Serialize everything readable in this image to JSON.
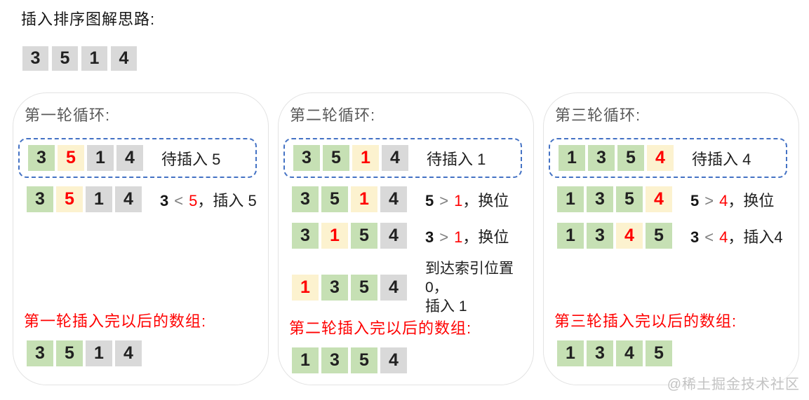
{
  "page_title": "插入排序图解思路:",
  "palette": {
    "cell_green": "#c6e0b4",
    "cell_yellow": "#fcf2cf",
    "cell_gray": "#d9d9d9",
    "highlight_red": "#ff0000",
    "dashed_border_blue": "#4472c4",
    "panel_title_gray": "#595959",
    "watermark_gray": "#c3c3c3"
  },
  "top_array": {
    "cells": [
      {
        "v": "3",
        "s": "d"
      },
      {
        "v": "5",
        "s": "d"
      },
      {
        "v": "1",
        "s": "d"
      },
      {
        "v": "4",
        "s": "d"
      }
    ]
  },
  "panels": [
    {
      "title": "第一轮循环:",
      "box": {
        "cells": [
          {
            "v": "3",
            "s": "g"
          },
          {
            "v": "5",
            "s": "y r"
          },
          {
            "v": "1",
            "s": "d"
          },
          {
            "v": "4",
            "s": "d"
          }
        ],
        "label": "待插入 5"
      },
      "steps": [
        {
          "cells": [
            {
              "v": "3",
              "s": "g"
            },
            {
              "v": "5",
              "s": "y r"
            },
            {
              "v": "1",
              "s": "d"
            },
            {
              "v": "4",
              "s": "d"
            }
          ],
          "ann": {
            "a": "3",
            "op": "<",
            "b": "5",
            "rest": "，插入 5"
          }
        }
      ],
      "result_label": "第一轮插入完以后的数组:",
      "result": {
        "cells": [
          {
            "v": "3",
            "s": "g"
          },
          {
            "v": "5",
            "s": "g"
          },
          {
            "v": "1",
            "s": "d"
          },
          {
            "v": "4",
            "s": "d"
          }
        ]
      }
    },
    {
      "title": "第二轮循环:",
      "box": {
        "cells": [
          {
            "v": "3",
            "s": "g"
          },
          {
            "v": "5",
            "s": "g"
          },
          {
            "v": "1",
            "s": "y r"
          },
          {
            "v": "4",
            "s": "d"
          }
        ],
        "label": "待插入 1"
      },
      "steps": [
        {
          "cells": [
            {
              "v": "3",
              "s": "g"
            },
            {
              "v": "5",
              "s": "g"
            },
            {
              "v": "1",
              "s": "y r"
            },
            {
              "v": "4",
              "s": "d"
            }
          ],
          "ann": {
            "a": "5",
            "op": ">",
            "b": "1",
            "rest": "，换位"
          }
        },
        {
          "cells": [
            {
              "v": "3",
              "s": "g"
            },
            {
              "v": "1",
              "s": "y r"
            },
            {
              "v": "5",
              "s": "g"
            },
            {
              "v": "4",
              "s": "d"
            }
          ],
          "ann": {
            "a": "3",
            "op": ">",
            "b": "1",
            "rest": "，换位"
          }
        },
        {
          "cells": [
            {
              "v": "1",
              "s": "y r"
            },
            {
              "v": "3",
              "s": "g"
            },
            {
              "v": "5",
              "s": "g"
            },
            {
              "v": "4",
              "s": "d"
            }
          ],
          "ann_lines": [
            "到达索引位置0，",
            "插入 1"
          ]
        }
      ],
      "result_label": "第二轮插入完以后的数组:",
      "result": {
        "cells": [
          {
            "v": "1",
            "s": "g"
          },
          {
            "v": "3",
            "s": "g"
          },
          {
            "v": "5",
            "s": "g"
          },
          {
            "v": "4",
            "s": "d"
          }
        ]
      }
    },
    {
      "title": "第三轮循环:",
      "box": {
        "cells": [
          {
            "v": "1",
            "s": "g"
          },
          {
            "v": "3",
            "s": "g"
          },
          {
            "v": "5",
            "s": "g"
          },
          {
            "v": "4",
            "s": "y r"
          }
        ],
        "label": "待插入 4"
      },
      "steps": [
        {
          "cells": [
            {
              "v": "1",
              "s": "g"
            },
            {
              "v": "3",
              "s": "g"
            },
            {
              "v": "5",
              "s": "g"
            },
            {
              "v": "4",
              "s": "y r"
            }
          ],
          "ann": {
            "a": "5",
            "op": ">",
            "b": "4",
            "rest": "，换位"
          }
        },
        {
          "cells": [
            {
              "v": "1",
              "s": "g"
            },
            {
              "v": "3",
              "s": "g"
            },
            {
              "v": "4",
              "s": "y r"
            },
            {
              "v": "5",
              "s": "g"
            }
          ],
          "ann": {
            "a": "3",
            "op": "<",
            "b": "4",
            "rest": "，插入4"
          }
        }
      ],
      "result_label": "第三轮插入完以后的数组:",
      "result": {
        "cells": [
          {
            "v": "1",
            "s": "g"
          },
          {
            "v": "3",
            "s": "g"
          },
          {
            "v": "4",
            "s": "g"
          },
          {
            "v": "5",
            "s": "g"
          }
        ]
      }
    }
  ],
  "watermark": "@稀土掘金技术社区"
}
